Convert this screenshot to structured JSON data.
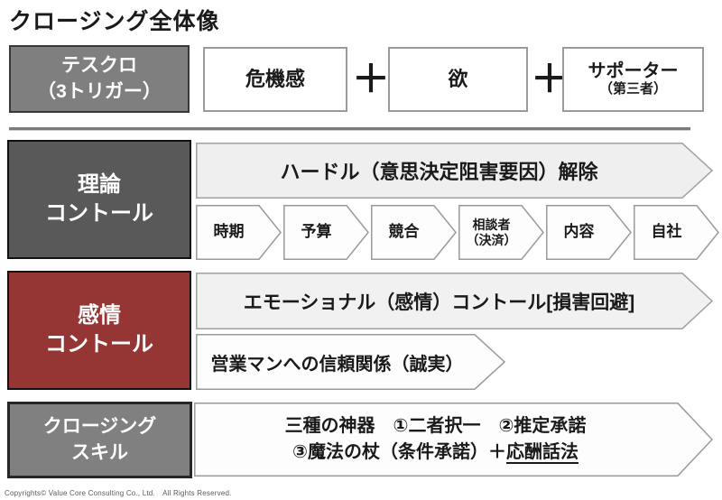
{
  "title": "クロージング全体像",
  "colors": {
    "medium_gray": "#7f7f7f",
    "dark_gray": "#595959",
    "dark_red": "#963634",
    "arrow_fill": "#efefef",
    "border_gray": "#a0a0a0"
  },
  "trigger_row": {
    "header": "テスクロ\n（3トリガー）",
    "plus": "＋",
    "boxes": [
      {
        "label": "危機感"
      },
      {
        "label": "欲"
      },
      {
        "label": "サポーター",
        "sublabel": "（第三者）"
      }
    ]
  },
  "theory_row": {
    "header": "理論\nコントール",
    "arrow": "ハードル（意思決定阻害要因）解除",
    "chevrons": [
      "時期",
      "予算",
      "競合",
      "相談者\n（決済）",
      "内容",
      "自社"
    ]
  },
  "emotion_row": {
    "header": "感情\nコントール",
    "arrow1": "エモーショナル（感情）コントール[損害回避]",
    "arrow2": "営業マンへの信頼関係（誠実）"
  },
  "skill_row": {
    "header": "クロージング\nスキル",
    "line1": "三種の神器　①二者択一　②推定承諾",
    "line2_prefix": "③魔法の杖（条件承諾）＋",
    "line2_underlined": "応酬話法"
  },
  "footer": {
    "copyright": "Copyrights© Value Core Consulting Co., Ltd.　All Rights Reserved."
  }
}
